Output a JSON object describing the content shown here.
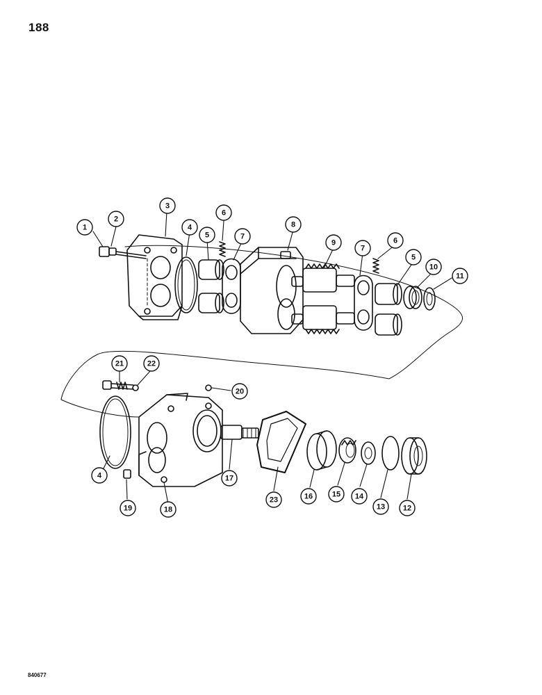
{
  "page_number": "188",
  "figure_code": "840677",
  "callouts": [
    {
      "id": "c1",
      "label": "1"
    },
    {
      "id": "c2",
      "label": "2"
    },
    {
      "id": "c3",
      "label": "3"
    },
    {
      "id": "c4a",
      "label": "4"
    },
    {
      "id": "c5a",
      "label": "5"
    },
    {
      "id": "c6a",
      "label": "6"
    },
    {
      "id": "c7a",
      "label": "7"
    },
    {
      "id": "c8",
      "label": "8"
    },
    {
      "id": "c9",
      "label": "9"
    },
    {
      "id": "c7b",
      "label": "7"
    },
    {
      "id": "c6b",
      "label": "6"
    },
    {
      "id": "c5b",
      "label": "5"
    },
    {
      "id": "c10",
      "label": "10"
    },
    {
      "id": "c11",
      "label": "11"
    },
    {
      "id": "c21",
      "label": "21"
    },
    {
      "id": "c22",
      "label": "22"
    },
    {
      "id": "c20",
      "label": "20"
    },
    {
      "id": "c4b",
      "label": "4"
    },
    {
      "id": "c19",
      "label": "19"
    },
    {
      "id": "c18",
      "label": "18"
    },
    {
      "id": "c17",
      "label": "17"
    },
    {
      "id": "c23",
      "label": "23"
    },
    {
      "id": "c16",
      "label": "16"
    },
    {
      "id": "c15",
      "label": "15"
    },
    {
      "id": "c14",
      "label": "14"
    },
    {
      "id": "c13",
      "label": "13"
    },
    {
      "id": "c12",
      "label": "12"
    }
  ]
}
